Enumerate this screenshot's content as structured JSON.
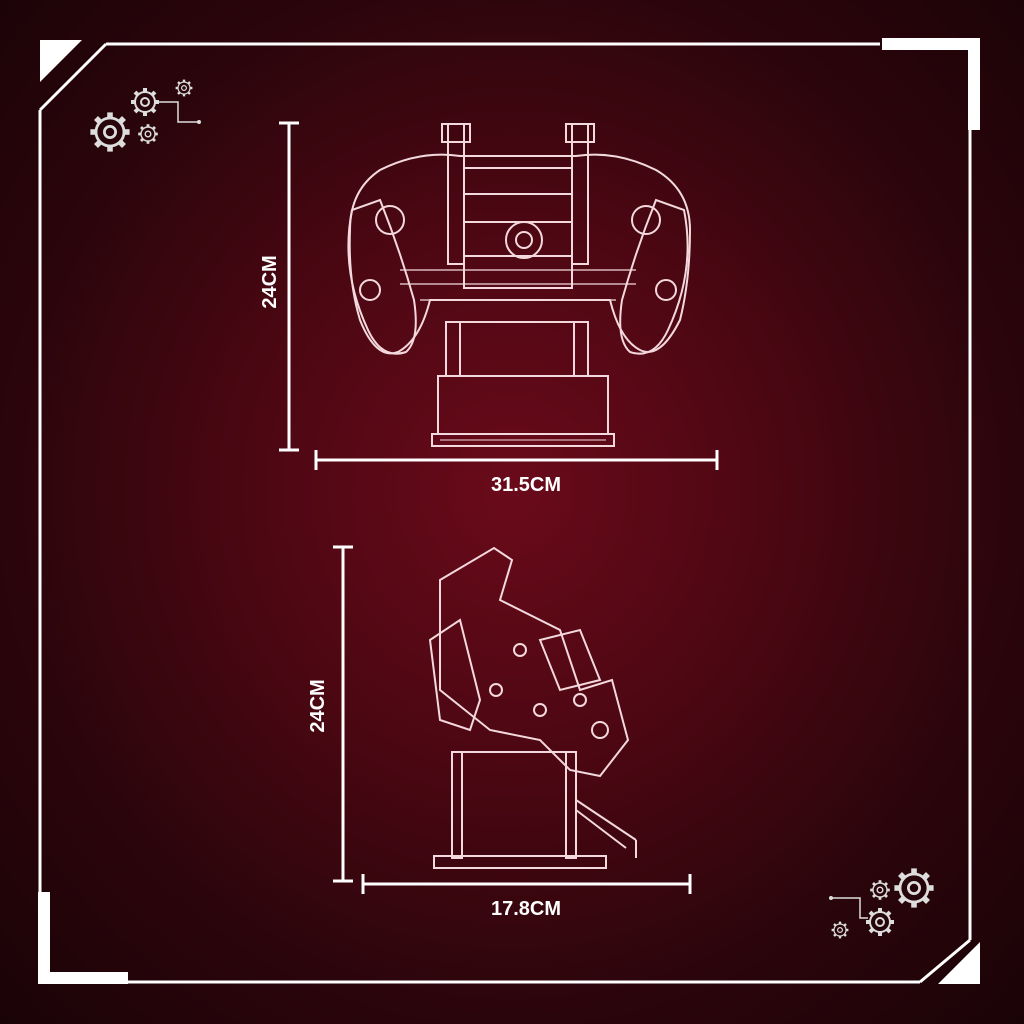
{
  "front_view": {
    "height_label": "24CM",
    "width_label": "31.5CM"
  },
  "side_view": {
    "height_label": "24CM",
    "width_label": "17.8CM"
  },
  "icons": {
    "top_left": "gears-circuit-icon",
    "bottom_right": "gears-circuit-icon"
  },
  "colors": {
    "background_center": "#6a0a1a",
    "background_edge": "#1a0307",
    "line": "#ffffff",
    "model_outline": "#f3d9dd"
  }
}
